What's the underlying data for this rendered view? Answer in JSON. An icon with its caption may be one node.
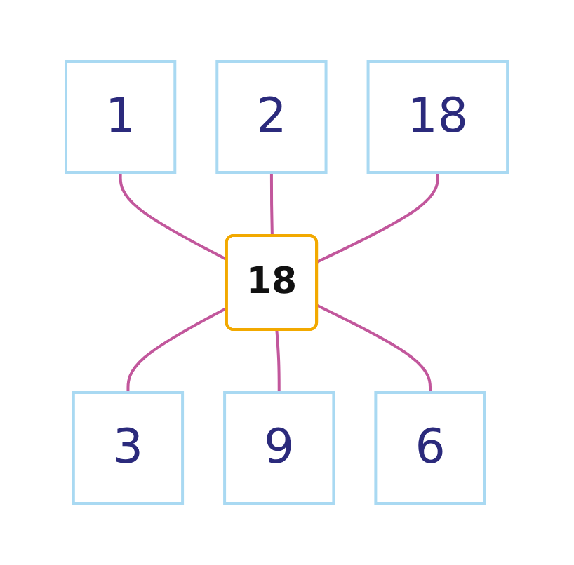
{
  "diagram": {
    "nodes": [
      {
        "text": [
          "1"
        ]
      },
      {
        "text": [
          "2"
        ]
      },
      {
        "text": [
          "18"
        ]
      },
      {
        "text": [
          "18"
        ]
      },
      {
        "text": [
          "3"
        ]
      },
      {
        "text": [
          "9"
        ]
      },
      {
        "text": [
          "6"
        ]
      }
    ],
    "edges": [
      {
        "from": 0,
        "to": 3,
        "arrow": "none"
      },
      {
        "from": 1,
        "to": 3,
        "arrow": "none"
      },
      {
        "from": 2,
        "to": 3,
        "arrow": "none"
      },
      {
        "from": 3,
        "to": 4,
        "arrow": "none"
      },
      {
        "from": 3,
        "to": 5,
        "arrow": "none"
      },
      {
        "from": 3,
        "to": 6,
        "arrow": "none"
      }
    ]
  }
}
